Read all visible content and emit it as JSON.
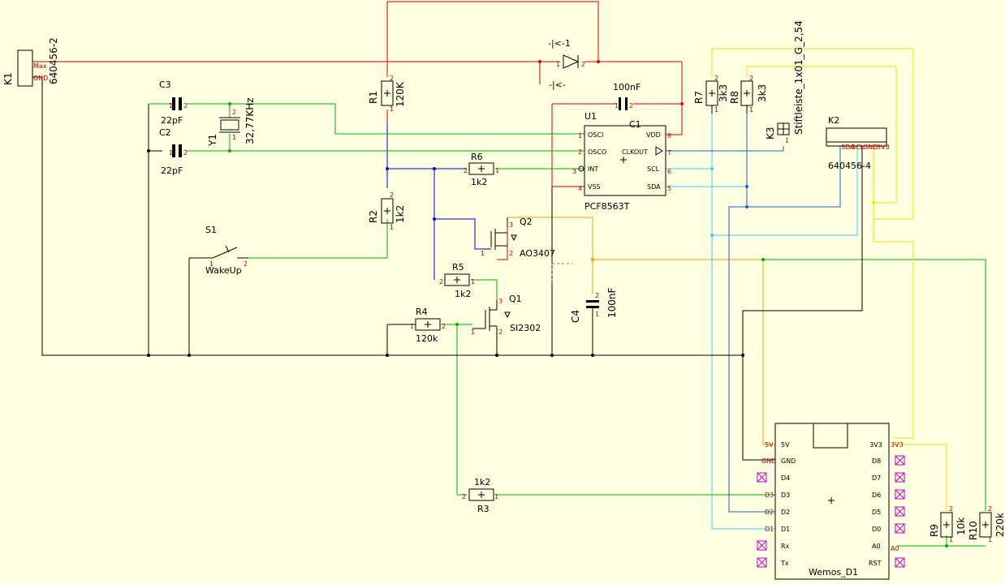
{
  "components": {
    "k1": {
      "ref": "K1",
      "value": "640456-2",
      "pins": [
        "Max",
        "GND"
      ]
    },
    "c3": {
      "ref": "C3",
      "value": "22pF"
    },
    "c2": {
      "ref": "C2",
      "value": "22pF"
    },
    "y1": {
      "ref": "Y1",
      "value": "32,77KHz"
    },
    "r1": {
      "ref": "R1",
      "value": "120K"
    },
    "r2": {
      "ref": "R2",
      "value": "1k2"
    },
    "s1": {
      "ref": "S1",
      "value": "WakeUp"
    },
    "diode_top": "-|<-1",
    "diode_mid": "-|<-",
    "c1": {
      "ref": "C1",
      "value": "100nF"
    },
    "u1": {
      "ref": "U1",
      "value": "PCF8563T",
      "pins": [
        "OSCI",
        "OSCO",
        "INT",
        "VSS",
        "VDD",
        "CLKOUT",
        "SCL",
        "SDA"
      ]
    },
    "r6": {
      "ref": "R6",
      "value": "1k2"
    },
    "q2": {
      "ref": "Q2",
      "value": "AO3407"
    },
    "r5": {
      "ref": "R5",
      "value": "1k2"
    },
    "q1": {
      "ref": "Q1",
      "value": "SI2302"
    },
    "r4": {
      "ref": "R4",
      "value": "120k"
    },
    "c4": {
      "ref": "C4",
      "value": "100nF"
    },
    "r3": {
      "ref": "R3",
      "value": "1k2"
    },
    "r7": {
      "ref": "R7",
      "value": "3k3"
    },
    "r8": {
      "ref": "R8",
      "value": "3k3"
    },
    "k3": {
      "ref": "K3",
      "value": "Stiftleiste_1x01_G_2,54"
    },
    "k2": {
      "ref": "K2",
      "value": "640456-4",
      "pins": [
        "SDA",
        "SCL",
        "GND",
        "3V3"
      ]
    },
    "wemos": {
      "ref": "Wemos_D1",
      "left_pins": [
        "5V",
        "GND",
        "D4",
        "D3",
        "D2",
        "D1",
        "Rx",
        "Tx"
      ],
      "right_pins": [
        "3V3",
        "D8",
        "D7",
        "D6",
        "D5",
        "D0",
        "A0",
        "RST"
      ]
    },
    "r9": {
      "ref": "R9",
      "value": "10k"
    },
    "r10": {
      "ref": "R10",
      "value": "220k"
    }
  }
}
